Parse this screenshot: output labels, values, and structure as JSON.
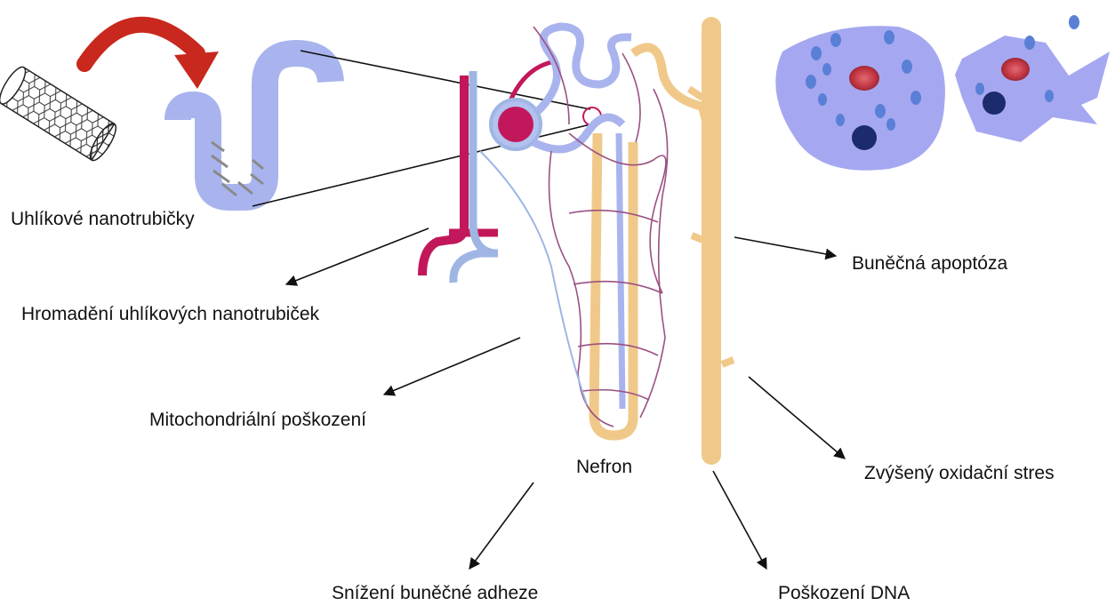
{
  "labels": {
    "nanotubes": "Uhlíkové nanotrubičky",
    "accumulation": "Hromadění uhlíkových nanotrubiček",
    "mitochondrial": "Mitochondriální poškození",
    "nephron": "Nefron",
    "adhesion": "Snížení buněčné adheze",
    "dna": "Poškození DNA",
    "apoptosis": "Buněčná apoptóza",
    "oxidative": "Zvýšený oxidační stres"
  },
  "colors": {
    "arrow_red": "#c8281e",
    "tubule_blue": "#a9b4ee",
    "vein_blue": "#9fb6e4",
    "artery_red": "#c2185b",
    "duct_tan": "#f0c98a",
    "cell_fill": "#a5a8f0",
    "vesicle": "#5a7fd6",
    "nucleus": "#1c2b6b",
    "rbc": "#c83c48"
  }
}
